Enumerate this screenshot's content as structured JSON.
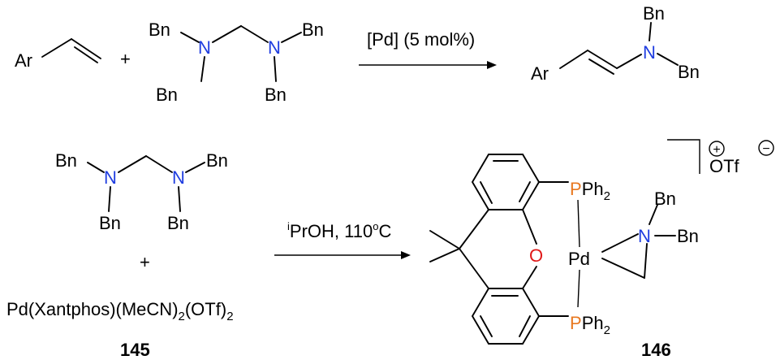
{
  "colors": {
    "nitrogen": "#1f3de0",
    "phosphorus": "#e87820",
    "oxygen": "#e01818",
    "text": "#000000"
  },
  "reaction1": {
    "reactant_ar": "Ar",
    "plus": "+",
    "aminal": {
      "n1": "N",
      "n2": "N",
      "bn_tl": "Bn",
      "bn_tr": "Bn",
      "bn_bl": "Bn",
      "bn_br": "Bn"
    },
    "conditions": "[Pd] (5 mol%)",
    "product": {
      "ar": "Ar",
      "n": "N",
      "bn_top": "Bn",
      "bn_right": "Bn"
    }
  },
  "reaction2": {
    "aminal": {
      "n1": "N",
      "n2": "N",
      "bn_tl": "Bn",
      "bn_tr": "Bn",
      "bn_bl": "Bn",
      "bn_br": "Bn"
    },
    "plus": "+",
    "pd_complex": {
      "part1": "Pd(Xantphos)(MeCN)",
      "sub1": "2",
      "part2": "(OTf)",
      "sub2": "2"
    },
    "compound_145": "145",
    "conditions": {
      "sup": "i",
      "text": "PrOH, 110",
      "degree": "o",
      "unit": "C"
    },
    "product": {
      "p_top": "P",
      "ph_top": "Ph",
      "ph_top_sub": "2",
      "p_bottom": "P",
      "ph_bottom": "Ph",
      "ph_bottom_sub": "2",
      "o": "O",
      "pd": "Pd",
      "n": "N",
      "bn_top": "Bn",
      "bn_right": "Bn",
      "plus_charge": "+",
      "minus_charge": "−",
      "counterion": "OTf"
    },
    "compound_146": "146"
  }
}
